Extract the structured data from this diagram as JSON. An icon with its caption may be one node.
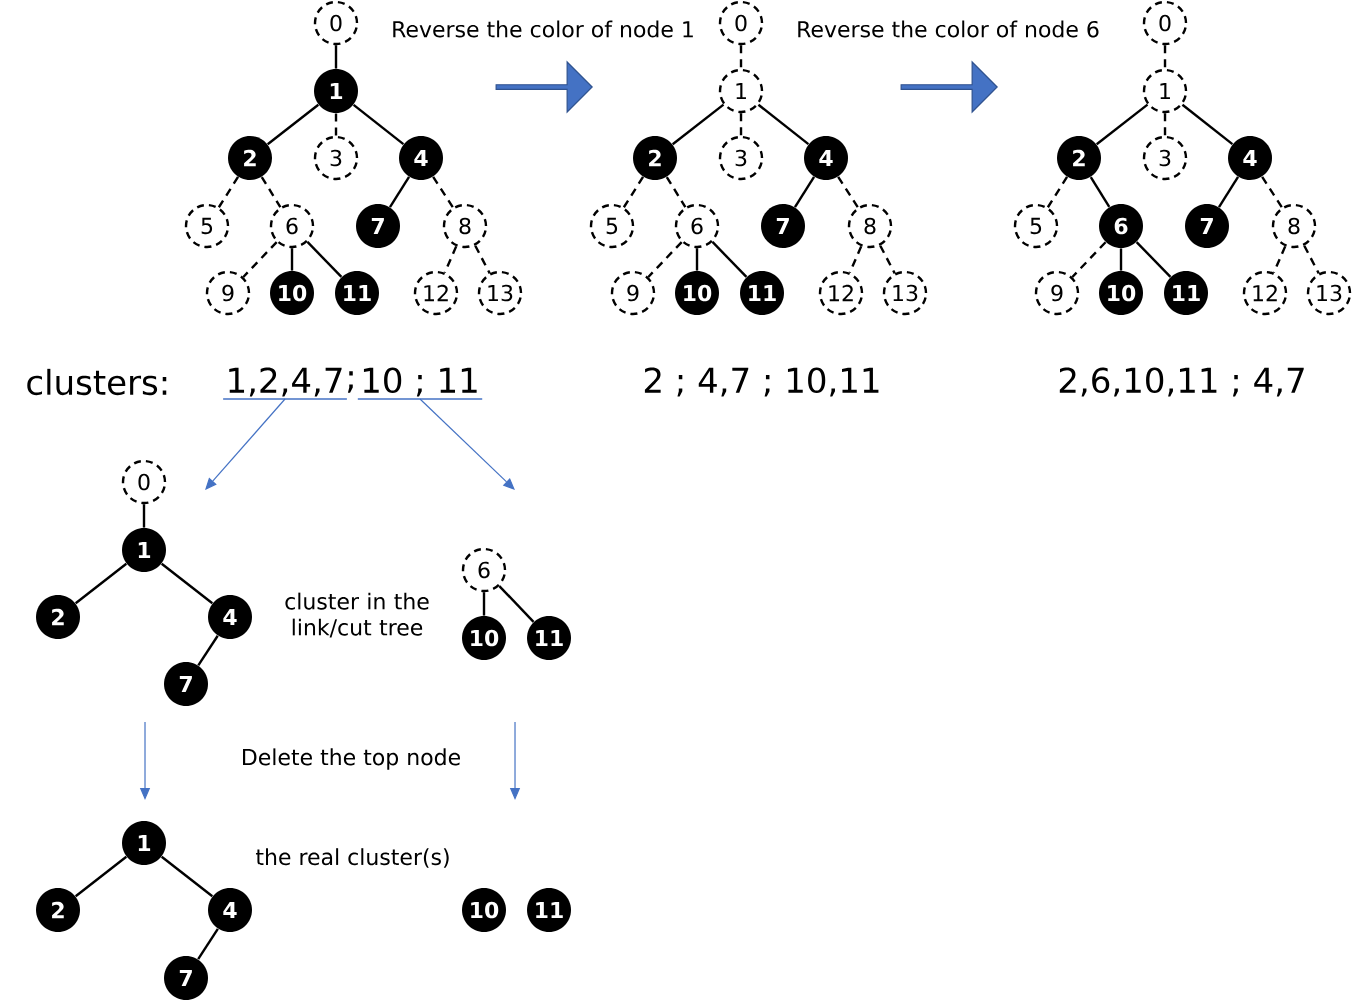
{
  "diagram": {
    "nodes": [
      {
        "text": [
          "0"
        ]
      },
      {
        "text": [
          "1"
        ]
      },
      {
        "text": [
          "2"
        ]
      },
      {
        "text": [
          "3"
        ]
      },
      {
        "text": [
          "4"
        ]
      },
      {
        "text": [
          "5"
        ]
      },
      {
        "text": [
          "6"
        ]
      },
      {
        "text": [
          "7"
        ]
      },
      {
        "text": [
          "8"
        ]
      },
      {
        "text": [
          "9"
        ]
      },
      {
        "text": [
          "10"
        ]
      },
      {
        "text": [
          "11"
        ]
      },
      {
        "text": [
          "12"
        ]
      },
      {
        "text": [
          "13"
        ]
      },
      {
        "text": [
          "0"
        ]
      },
      {
        "text": [
          "1"
        ]
      },
      {
        "text": [
          "2"
        ]
      },
      {
        "text": [
          "3"
        ]
      },
      {
        "text": [
          "4"
        ]
      },
      {
        "text": [
          "5"
        ]
      },
      {
        "text": [
          "6"
        ]
      },
      {
        "text": [
          "7"
        ]
      },
      {
        "text": [
          "8"
        ]
      },
      {
        "text": [
          "9"
        ]
      },
      {
        "text": [
          "10"
        ]
      },
      {
        "text": [
          "11"
        ]
      },
      {
        "text": [
          "12"
        ]
      },
      {
        "text": [
          "13"
        ]
      },
      {
        "text": [
          "0"
        ]
      },
      {
        "text": [
          "1"
        ]
      },
      {
        "text": [
          "2"
        ]
      },
      {
        "text": [
          "3"
        ]
      },
      {
        "text": [
          "4"
        ]
      },
      {
        "text": [
          "5"
        ]
      },
      {
        "text": [
          "6"
        ]
      },
      {
        "text": [
          "7"
        ]
      },
      {
        "text": [
          "8"
        ]
      },
      {
        "text": [
          "9"
        ]
      },
      {
        "text": [
          "10"
        ]
      },
      {
        "text": [
          "11"
        ]
      },
      {
        "text": [
          "12"
        ]
      },
      {
        "text": [
          "13"
        ]
      },
      {
        "text": [
          "0"
        ]
      },
      {
        "text": [
          "1"
        ]
      },
      {
        "text": [
          "2"
        ]
      },
      {
        "text": [
          "4"
        ]
      },
      {
        "text": [
          "7"
        ]
      },
      {
        "text": [
          "6"
        ]
      },
      {
        "text": [
          "10"
        ]
      },
      {
        "text": [
          "11"
        ]
      },
      {
        "text": [
          "1"
        ]
      },
      {
        "text": [
          "2"
        ]
      },
      {
        "text": [
          "4"
        ]
      },
      {
        "text": [
          "7"
        ]
      },
      {
        "text": [
          "10"
        ]
      },
      {
        "text": [
          "11"
        ]
      },
      {
        "text": [
          "1,2,4,7"
        ]
      },
      {
        "text": [
          "10 ; 11"
        ]
      }
    ],
    "edges": [
      {
        "from": 0,
        "to": 1,
        "arrow": "none"
      },
      {
        "from": 1,
        "to": 2,
        "arrow": "none"
      },
      {
        "from": 1,
        "to": 3,
        "arrow": "none",
        "style": "dashed"
      },
      {
        "from": 1,
        "to": 4,
        "arrow": "none"
      },
      {
        "from": 2,
        "to": 5,
        "arrow": "none",
        "style": "dashed"
      },
      {
        "from": 2,
        "to": 6,
        "arrow": "none",
        "style": "dashed"
      },
      {
        "from": 4,
        "to": 7,
        "arrow": "none"
      },
      {
        "from": 4,
        "to": 8,
        "arrow": "none",
        "style": "dashed"
      },
      {
        "from": 6,
        "to": 9,
        "arrow": "none",
        "style": "dashed"
      },
      {
        "from": 6,
        "to": 10,
        "arrow": "none"
      },
      {
        "from": 6,
        "to": 11,
        "arrow": "none"
      },
      {
        "from": 8,
        "to": 12,
        "arrow": "none",
        "style": "dashed"
      },
      {
        "from": 8,
        "to": 13,
        "arrow": "none",
        "style": "dashed"
      },
      {
        "from": 14,
        "to": 15,
        "arrow": "none",
        "style": "dashed"
      },
      {
        "from": 15,
        "to": 16,
        "arrow": "none"
      },
      {
        "from": 15,
        "to": 17,
        "arrow": "none",
        "style": "dashed"
      },
      {
        "from": 15,
        "to": 18,
        "arrow": "none"
      },
      {
        "from": 16,
        "to": 19,
        "arrow": "none",
        "style": "dashed"
      },
      {
        "from": 16,
        "to": 20,
        "arrow": "none",
        "style": "dashed"
      },
      {
        "from": 18,
        "to": 21,
        "arrow": "none"
      },
      {
        "from": 18,
        "to": 22,
        "arrow": "none",
        "style": "dashed"
      },
      {
        "from": 20,
        "to": 23,
        "arrow": "none",
        "style": "dashed"
      },
      {
        "from": 20,
        "to": 24,
        "arrow": "none"
      },
      {
        "from": 20,
        "to": 25,
        "arrow": "none"
      },
      {
        "from": 22,
        "to": 26,
        "arrow": "none",
        "style": "dashed"
      },
      {
        "from": 22,
        "to": 27,
        "arrow": "none",
        "style": "dashed"
      },
      {
        "from": 28,
        "to": 29,
        "arrow": "none",
        "style": "dashed"
      },
      {
        "from": 29,
        "to": 30,
        "arrow": "none"
      },
      {
        "from": 29,
        "to": 31,
        "arrow": "none",
        "style": "dashed"
      },
      {
        "from": 29,
        "to": 32,
        "arrow": "none"
      },
      {
        "from": 30,
        "to": 33,
        "arrow": "none",
        "style": "dashed"
      },
      {
        "from": 30,
        "to": 34,
        "arrow": "none"
      },
      {
        "from": 32,
        "to": 35,
        "arrow": "none"
      },
      {
        "from": 32,
        "to": 36,
        "arrow": "none",
        "style": "dashed"
      },
      {
        "from": 34,
        "to": 37,
        "arrow": "none",
        "style": "dashed"
      },
      {
        "from": 34,
        "to": 38,
        "arrow": "none"
      },
      {
        "from": 34,
        "to": 39,
        "arrow": "none"
      },
      {
        "from": 36,
        "to": 40,
        "arrow": "none",
        "style": "dashed"
      },
      {
        "from": 36,
        "to": 41,
        "arrow": "none",
        "style": "dashed"
      },
      {
        "from": 42,
        "to": 43,
        "arrow": "none"
      },
      {
        "from": 43,
        "to": 44,
        "arrow": "none"
      },
      {
        "from": 43,
        "to": 45,
        "arrow": "none"
      },
      {
        "from": 45,
        "to": 46,
        "arrow": "none"
      },
      {
        "from": 47,
        "to": 48,
        "arrow": "none"
      },
      {
        "from": 47,
        "to": 49,
        "arrow": "none"
      },
      {
        "from": 50,
        "to": 51,
        "arrow": "none"
      },
      {
        "from": 50,
        "to": 52,
        "arrow": "none"
      },
      {
        "from": 52,
        "to": 53,
        "arrow": "none"
      },
      {
        "from": 56,
        "to": null,
        "arrow": "to",
        "color": "#4472c4"
      },
      {
        "from": 57,
        "to": null,
        "arrow": "to",
        "color": "#4472c4"
      }
    ],
    "labels": [
      "Reverse the color of node 1",
      "Reverse the color of node 6",
      "clusters:",
      ";",
      "2 ; 4,7 ; 10,11",
      "2,6,10,11 ; 4,7",
      "cluster in the link/cut tree",
      "Delete the top node",
      "the real cluster(s)"
    ]
  }
}
